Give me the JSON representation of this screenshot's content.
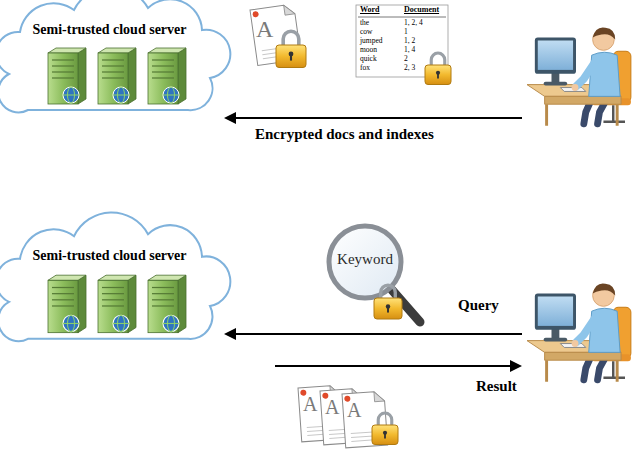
{
  "diagram": {
    "nodes": [
      {
        "text": [
          "Semi-trusted cloud server"
        ]
      },
      {
        "text": [
          "Semi-trusted cloud server"
        ]
      }
    ],
    "labels": [
      "A",
      "Word",
      "Document",
      "the",
      "1, 2, 4",
      "cow",
      "1",
      "jumped",
      "1, 2",
      "moon",
      "1, 4",
      "quick",
      "2",
      "fox",
      "2, 3",
      "Encrypted docs and indexes",
      "Keyword",
      "Query",
      "Result",
      "A",
      "A",
      "A"
    ]
  }
}
